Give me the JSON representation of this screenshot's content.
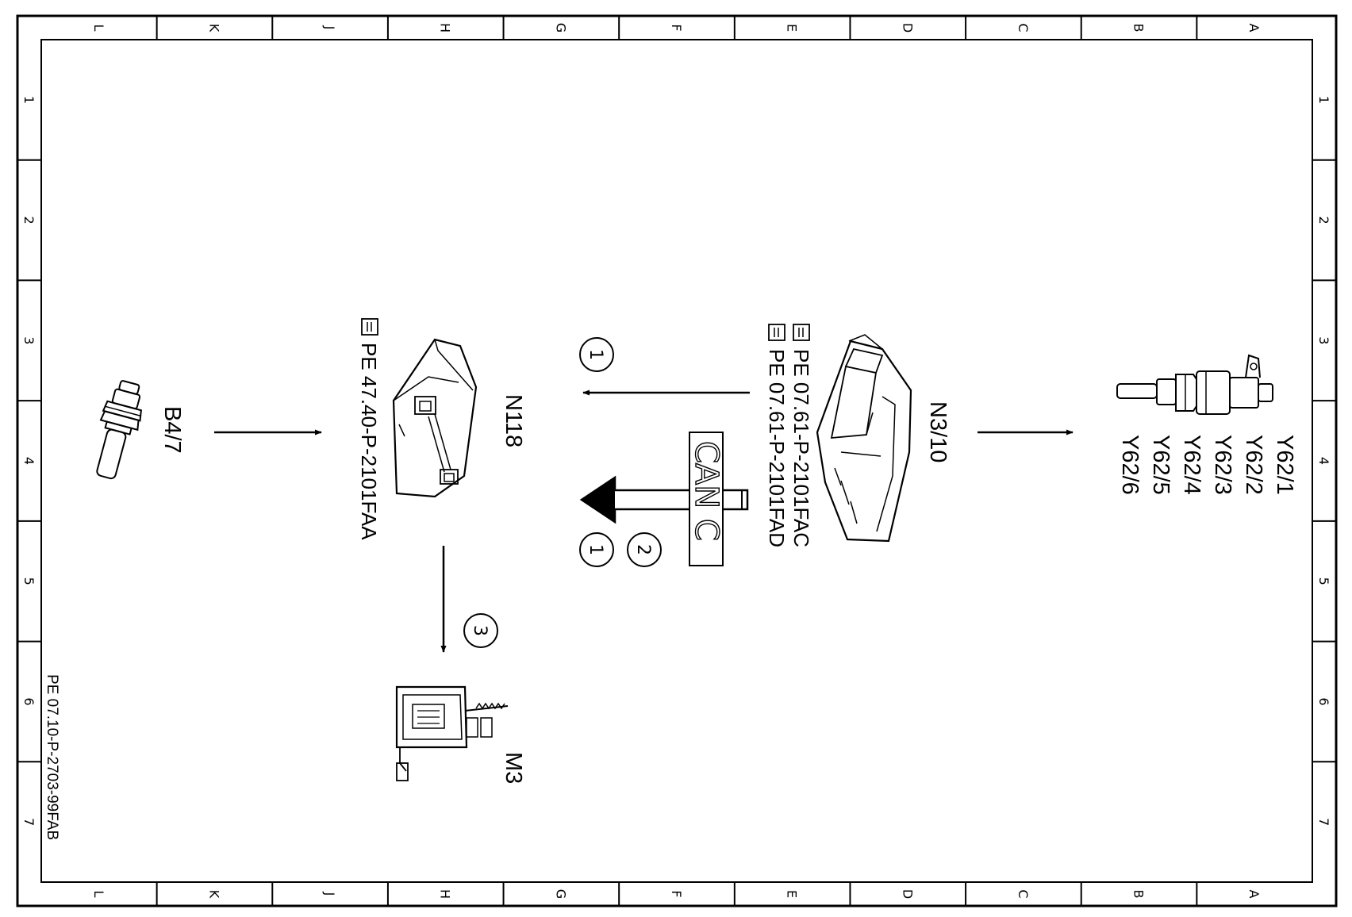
{
  "frame": {
    "columns": [
      "L",
      "K",
      "J",
      "H",
      "G",
      "F",
      "E",
      "D",
      "C",
      "B",
      "A"
    ],
    "rows": [
      "1",
      "2",
      "3",
      "4",
      "5",
      "6",
      "7"
    ]
  },
  "components": {
    "b4_7": "B4/7",
    "n118": "N118",
    "n3_10": "N3/10",
    "m3": "M3",
    "y62_1": "Y62/1",
    "y62_2": "Y62/2",
    "y62_3": "Y62/3",
    "y62_4": "Y62/4",
    "y62_5": "Y62/5",
    "y62_6": "Y62/6"
  },
  "references": {
    "n118": "PE 47.40-P-2101FAA",
    "n3_10_a": "PE 07.61-P-2101FAC",
    "n3_10_b": "PE 07.61-P-2101FAD"
  },
  "bus": {
    "label": "CAN C"
  },
  "markers": {
    "upper": "1",
    "lower_a": "1",
    "lower_b": "2",
    "m3": "3"
  },
  "footer": "PE 07.10-P-2703-99FAB"
}
